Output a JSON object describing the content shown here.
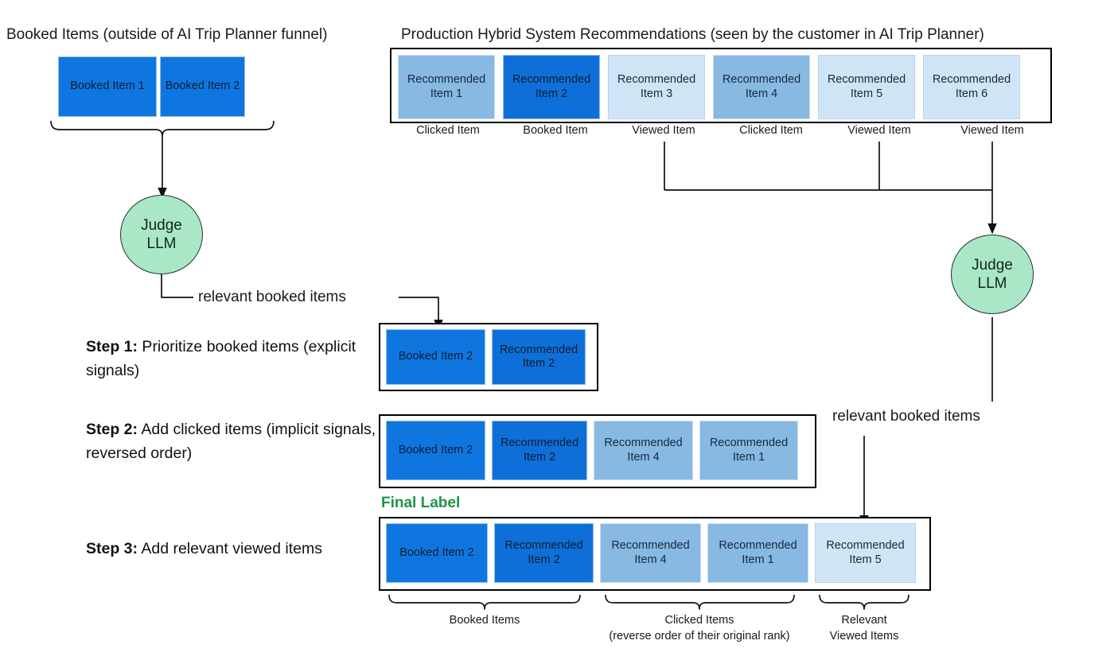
{
  "headings": {
    "left": "Booked Items (outside of AI Trip Planner funnel)",
    "right": "Production Hybrid System Recommendations (seen by the customer in AI Trip Planner)"
  },
  "booked_items": [
    {
      "label": "Booked Item 1",
      "kind": "booked"
    },
    {
      "label": "Booked Item 2",
      "kind": "booked"
    }
  ],
  "recommendations": [
    {
      "label": "Recommended Item 1",
      "sublabel": "Clicked Item",
      "kind": "clicked"
    },
    {
      "label": "Recommended Item 2",
      "sublabel": "Booked Item",
      "kind": "bookedrec"
    },
    {
      "label": "Recommended Item 3",
      "sublabel": "Viewed Item",
      "kind": "viewed"
    },
    {
      "label": "Recommended Item 4",
      "sublabel": "Clicked Item",
      "kind": "clicked"
    },
    {
      "label": "Recommended Item 5",
      "sublabel": "Viewed Item",
      "kind": "viewed"
    },
    {
      "label": "Recommended Item 6",
      "sublabel": "Viewed Item",
      "kind": "viewed"
    }
  ],
  "judge_left": {
    "line1": "Judge",
    "line2": "LLM"
  },
  "judge_right": {
    "line1": "Judge",
    "line2": "LLM"
  },
  "flow_labels": {
    "left": "relevant booked items",
    "right": "relevant booked items"
  },
  "steps": [
    {
      "number": "Step 1:",
      "text": " Prioritize booked items (explicit signals)",
      "items": [
        {
          "label": "Booked Item 2",
          "kind": "booked"
        },
        {
          "label": "Recommended Item 2",
          "kind": "bookedrec"
        }
      ]
    },
    {
      "number": "Step 2:",
      "text": " Add clicked items (implicit signals, reversed order)",
      "items": [
        {
          "label": "Booked Item 2",
          "kind": "booked"
        },
        {
          "label": "Recommended Item 2",
          "kind": "bookedrec"
        },
        {
          "label": "Recommended Item 4",
          "kind": "clicked"
        },
        {
          "label": "Recommended Item 1",
          "kind": "clicked"
        }
      ]
    },
    {
      "number": "Step 3:",
      "text": " Add relevant viewed items",
      "items": [
        {
          "label": "Booked Item 2",
          "kind": "booked"
        },
        {
          "label": "Recommended Item 2",
          "kind": "bookedrec"
        },
        {
          "label": "Recommended Item 4",
          "kind": "clicked"
        },
        {
          "label": "Recommended Item 1",
          "kind": "clicked"
        },
        {
          "label": "Recommended Item 5",
          "kind": "viewed"
        }
      ]
    }
  ],
  "final_label": "Final Label",
  "bottom_brackets": [
    {
      "line1": "Booked Items",
      "line2": ""
    },
    {
      "line1": "Clicked Items",
      "line2": "(reverse order of their original rank)"
    },
    {
      "line1": "Relevant",
      "line2": "Viewed Items"
    }
  ],
  "colors": {
    "booked": "#0f76e0",
    "booked_rec": "#0f6fd8",
    "clicked": "#87b9e3",
    "viewed": "#cfe5f7",
    "judge_fill": "#a9e7c6",
    "judge_stroke": "#20332a",
    "final_label": "#1e9447",
    "outline": "#000000"
  }
}
